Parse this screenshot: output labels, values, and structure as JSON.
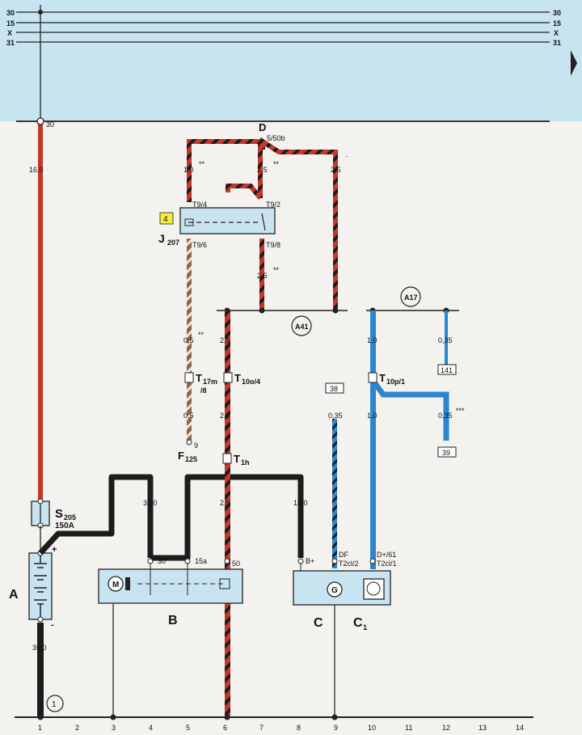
{
  "bus_labels": {
    "l30": "30",
    "l15": "15",
    "lx": "X",
    "l31": "31"
  },
  "colors": {
    "band": "#c9e4f1",
    "red": "#c8362a",
    "black": "#1c1c1c",
    "blue": "#2c86cf",
    "brown": "#8a6a4a",
    "box": "#c9e4f1",
    "highlight": "#f2ec3a"
  },
  "labels": {
    "t30": "30",
    "w16": "16,0",
    "relay_id": "D",
    "relay_pin": "5/50b",
    "w10a": "1,0",
    "st1": "**",
    "w25a": "2,5",
    "st2": "**",
    "w25b": "2,5",
    "dot": ".",
    "t94": "T9/4",
    "t92": "T9/2",
    "hl": "4",
    "j": "J",
    "jsub": "207",
    "t96": "T9/6",
    "t98": "T9/8",
    "w25c": "2,5",
    "st3": "**",
    "a41": "A41",
    "a17": "A17",
    "w05a": "0,5",
    "st4": "**",
    "w25d": "2,5",
    "w10b": "1,0",
    "w035a": "0,35",
    "b141": "141",
    "t17": "T",
    "t17s": "17m",
    "t178": "/8",
    "t10o": "T",
    "t10os": "10o/4",
    "b38": "38",
    "t10p": "T",
    "t10ps": "10p/1",
    "w05b": "0,5",
    "w25e": "2,5",
    "w035b": "0,35",
    "w10c": "1,0",
    "w035c": "0,35",
    "st5": "***",
    "b39": "39",
    "p9": "9",
    "f": "F",
    "fsub": "125",
    "t1h": "T",
    "t1hs": "1h",
    "w35a": "35,0",
    "w25f": "2,5",
    "w160b": "16,0",
    "s": "S",
    "ssub": "205",
    "sval": "150A",
    "plus": "+",
    "minus": "-",
    "w35b": "35,0",
    "p30": "30",
    "p15a": "15a",
    "p50": "50",
    "pb": "B+",
    "pdf": "DF",
    "pt2cl2": "T2cl/2",
    "pd61": "D+/61",
    "pt2cl1": "T2cl/1",
    "A": "A",
    "B": "B",
    "C": "C",
    "C1": "C",
    "C1s": "1",
    "circ1": "1",
    "m": "M",
    "g": "G"
  },
  "grid": [
    "1",
    "2",
    "3",
    "4",
    "5",
    "6",
    "7",
    "8",
    "9",
    "10",
    "11",
    "12",
    "13",
    "14"
  ]
}
